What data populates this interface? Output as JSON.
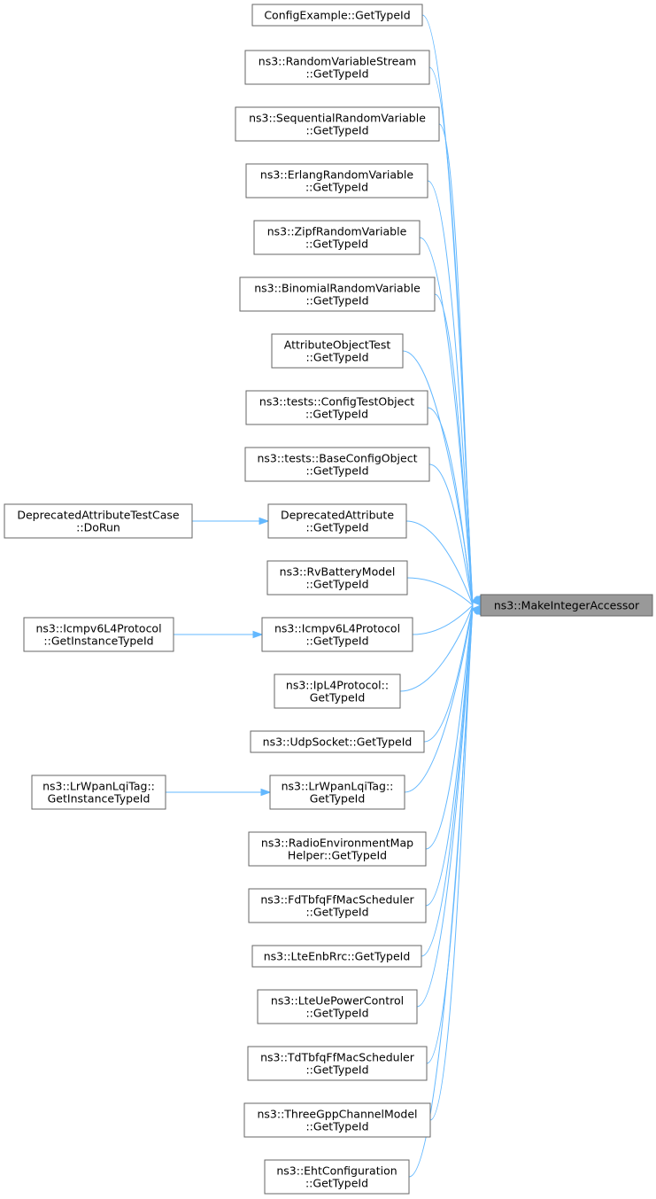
{
  "graph": {
    "target": {
      "lines": [
        "ns3::MakeIntegerAccessor"
      ]
    },
    "callers": [
      {
        "id": "n0",
        "lines": [
          "ConfigExample::GetTypeId"
        ]
      },
      {
        "id": "n1",
        "lines": [
          "ns3::RandomVariableStream",
          "::GetTypeId"
        ]
      },
      {
        "id": "n2",
        "lines": [
          "ns3::SequentialRandomVariable",
          "::GetTypeId"
        ]
      },
      {
        "id": "n3",
        "lines": [
          "ns3::ErlangRandomVariable",
          "::GetTypeId"
        ]
      },
      {
        "id": "n4",
        "lines": [
          "ns3::ZipfRandomVariable",
          "::GetTypeId"
        ]
      },
      {
        "id": "n5",
        "lines": [
          "ns3::BinomialRandomVariable",
          "::GetTypeId"
        ]
      },
      {
        "id": "n6",
        "lines": [
          "AttributeObjectTest",
          "::GetTypeId"
        ]
      },
      {
        "id": "n7",
        "lines": [
          "ns3::tests::ConfigTestObject",
          "::GetTypeId"
        ]
      },
      {
        "id": "n8",
        "lines": [
          "ns3::tests::BaseConfigObject",
          "::GetTypeId"
        ]
      },
      {
        "id": "n9",
        "lines": [
          "DeprecatedAttribute",
          "::GetTypeId"
        ]
      },
      {
        "id": "n10",
        "lines": [
          "ns3::RvBatteryModel",
          "::GetTypeId"
        ]
      },
      {
        "id": "n11",
        "lines": [
          "ns3::Icmpv6L4Protocol",
          "::GetTypeId"
        ]
      },
      {
        "id": "n12",
        "lines": [
          "ns3::IpL4Protocol::",
          "GetTypeId"
        ]
      },
      {
        "id": "n13",
        "lines": [
          "ns3::UdpSocket::GetTypeId"
        ]
      },
      {
        "id": "n14",
        "lines": [
          "ns3::LrWpanLqiTag::",
          "GetTypeId"
        ]
      },
      {
        "id": "n15",
        "lines": [
          "ns3::RadioEnvironmentMap",
          "Helper::GetTypeId"
        ]
      },
      {
        "id": "n16",
        "lines": [
          "ns3::FdTbfqFfMacScheduler",
          "::GetTypeId"
        ]
      },
      {
        "id": "n17",
        "lines": [
          "ns3::LteEnbRrc::GetTypeId"
        ]
      },
      {
        "id": "n18",
        "lines": [
          "ns3::LteUePowerControl",
          "::GetTypeId"
        ]
      },
      {
        "id": "n19",
        "lines": [
          "ns3::TdTbfqFfMacScheduler",
          "::GetTypeId"
        ]
      },
      {
        "id": "n20",
        "lines": [
          "ns3::ThreeGppChannelModel",
          "::GetTypeId"
        ]
      },
      {
        "id": "n21",
        "lines": [
          "ns3::EhtConfiguration",
          "::GetTypeId"
        ]
      }
    ],
    "second_level": [
      {
        "id": "s0",
        "calls": "n9",
        "lines": [
          "DeprecatedAttributeTestCase",
          "::DoRun"
        ]
      },
      {
        "id": "s1",
        "calls": "n11",
        "lines": [
          "ns3::Icmpv6L4Protocol",
          "::GetInstanceTypeId"
        ]
      },
      {
        "id": "s2",
        "calls": "n14",
        "lines": [
          "ns3::LrWpanLqiTag::",
          "GetInstanceTypeId"
        ]
      }
    ]
  }
}
